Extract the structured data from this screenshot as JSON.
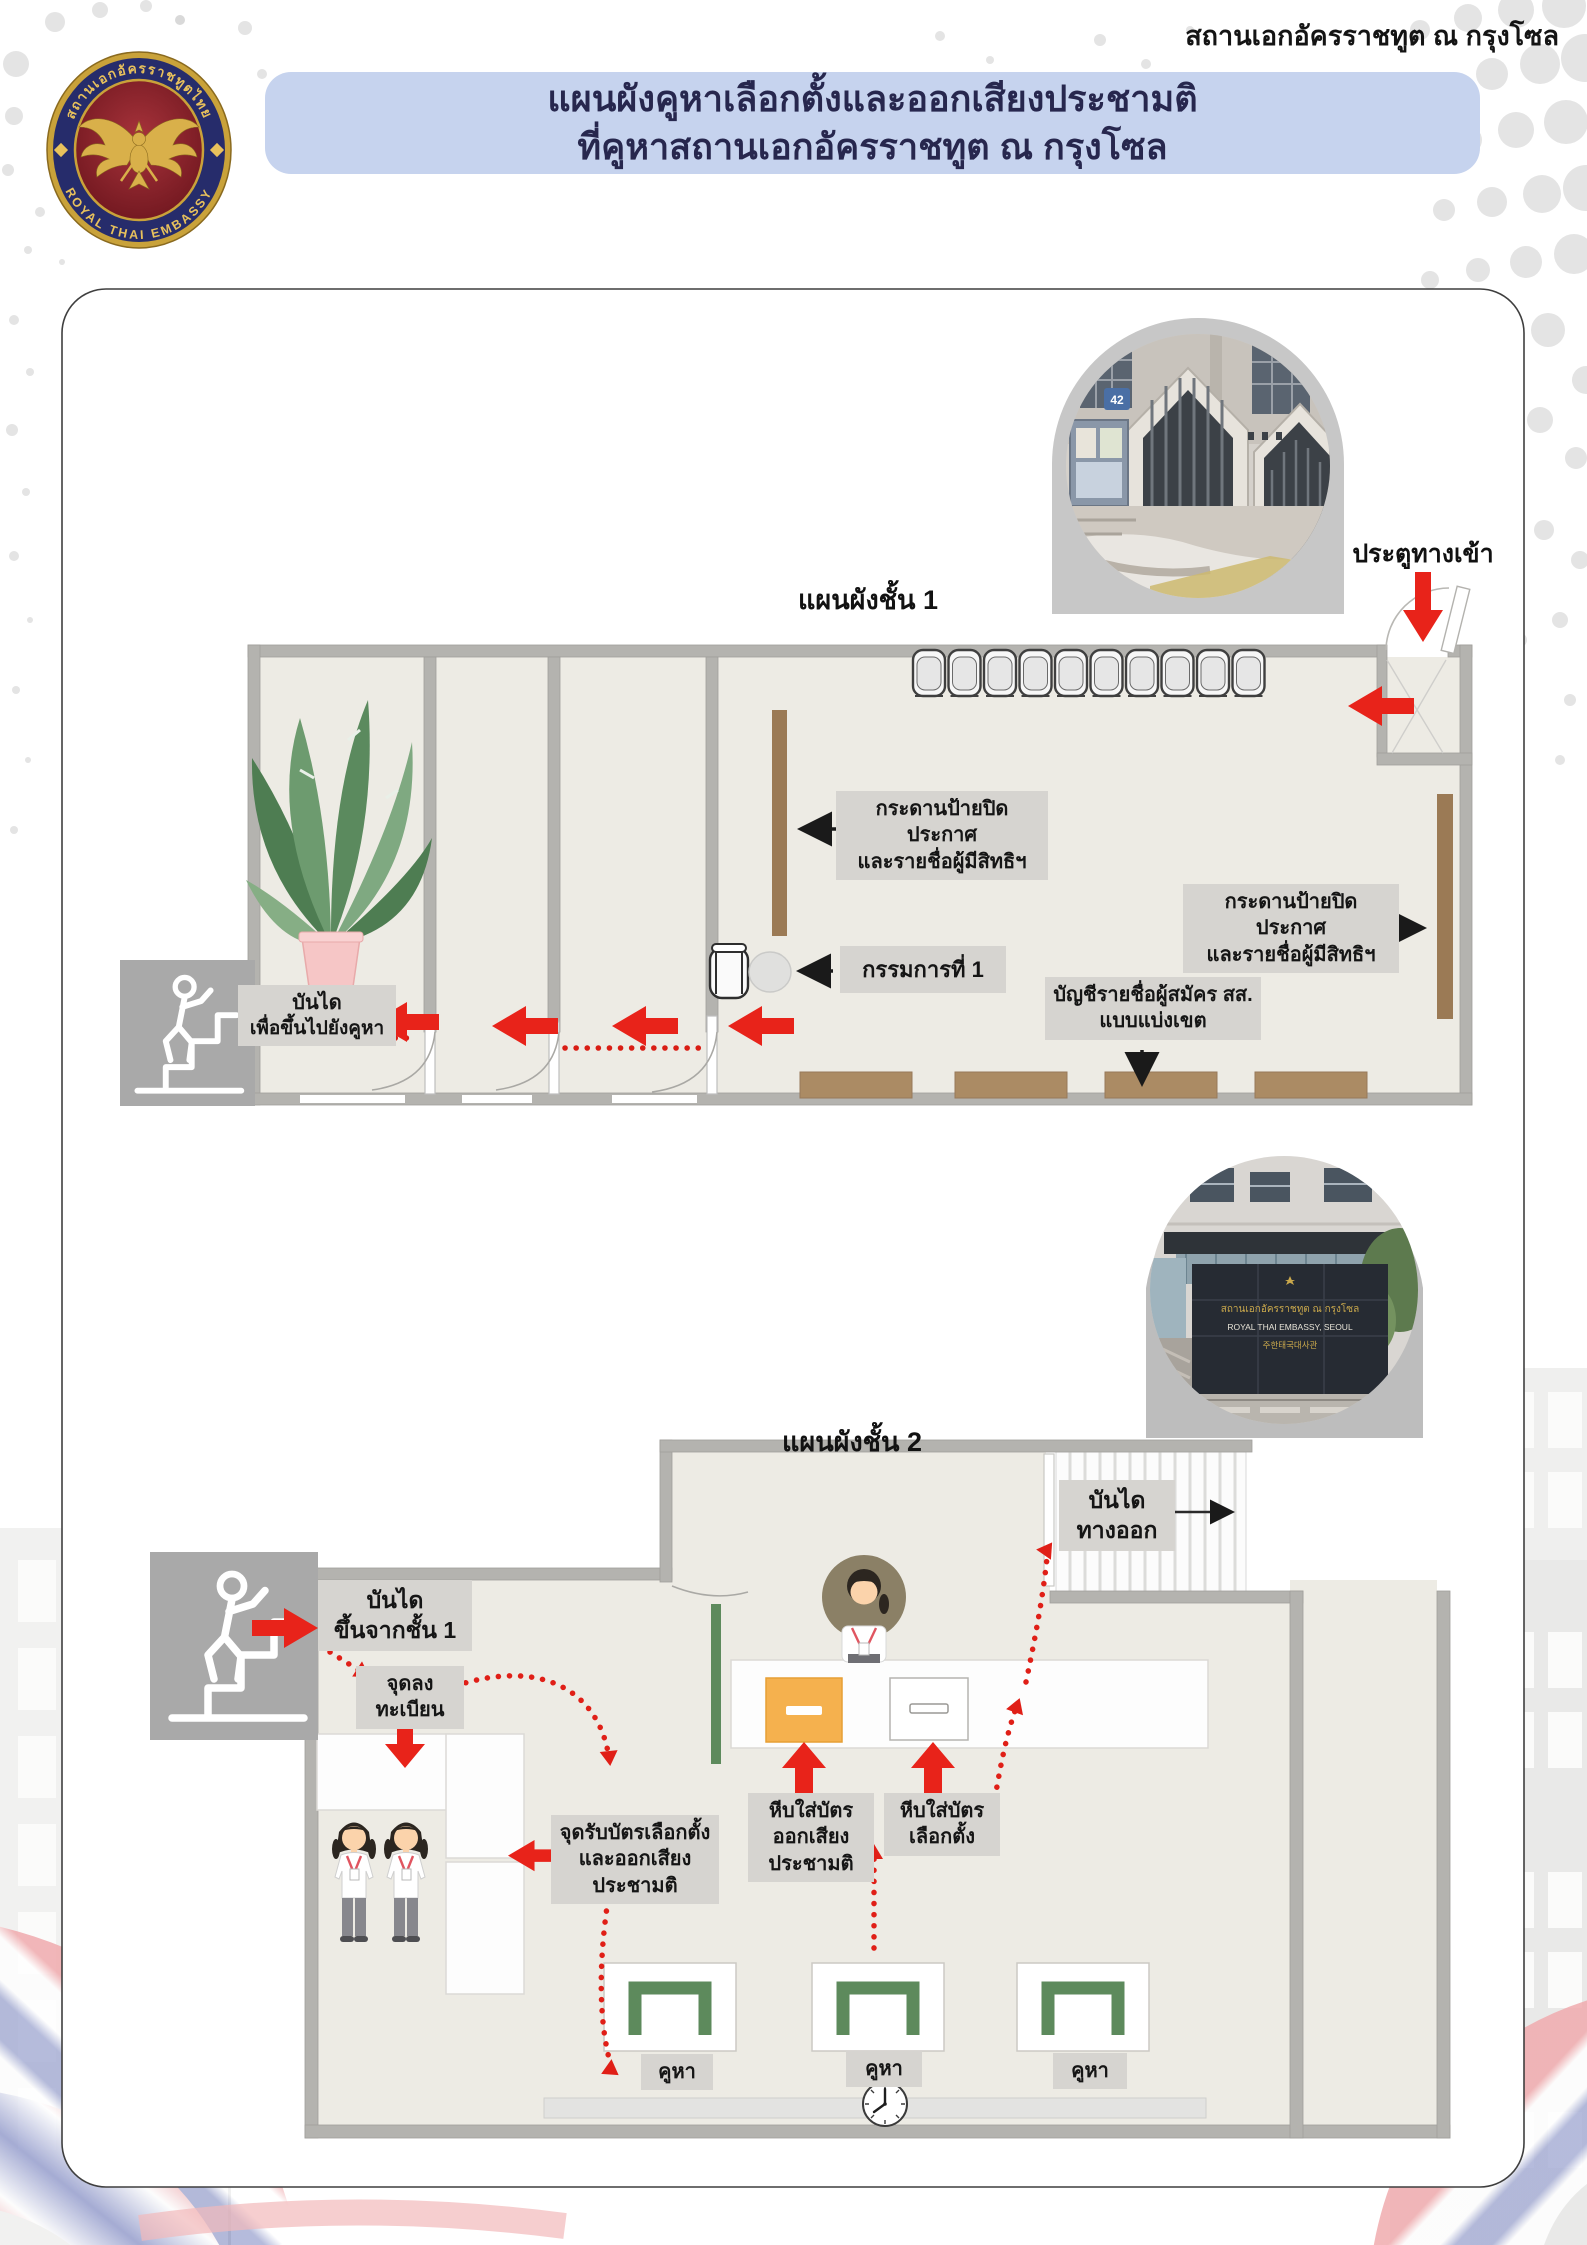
{
  "header": {
    "embassy_name": "สถานเอกอัครราชทูต ณ กรุงโซล"
  },
  "logo": {
    "thai_text": "สถานเอกอัครราชทูตไทย",
    "english_text": "ROYAL THAI EMBASSY"
  },
  "title": {
    "line1": "แผนผังคูหาเลือกตั้งและออกเสียงประชามติ",
    "line2": "ที่คูหาสถานเอกอัครราชทูต ณ กรุงโซล"
  },
  "floor1": {
    "title": "แผนผังชั้น 1",
    "entrance": "ประตูทางเข้า",
    "board_left": {
      "line1": "กระดานป้ายปิดประกาศ",
      "line2": "และรายชื่อผู้มีสิทธิฯ"
    },
    "board_right": {
      "line1": "กระดานป้ายปิดประกาศ",
      "line2": "และรายชื่อผู้มีสิทธิฯ"
    },
    "committee": "กรรมการที่ 1",
    "candidate_list": {
      "line1": "บัญชีรายชื่อผู้สมัคร สส.",
      "line2": "แบบแบ่งเขต"
    },
    "stairs": {
      "line1": "บันได",
      "line2": "เพื่อขึ้นไปยังคูหา"
    }
  },
  "floor2": {
    "title": "แผนผังชั้น 2",
    "stairs_up": {
      "line1": "บันได",
      "line2": "ขึ้นจากชั้น 1"
    },
    "registration": {
      "line1": "จุดลง",
      "line2": "ทะเบียน"
    },
    "ballot_receive": {
      "line1": "จุดรับบัตรเลือกตั้ง",
      "line2": "และออกเสียง",
      "line3": "ประชามติ"
    },
    "referendum_box": {
      "line1": "หีบใส่บัตร",
      "line2": "ออกเสียง",
      "line3": "ประชามติ"
    },
    "election_box": {
      "line1": "หีบใส่บัตร",
      "line2": "เลือกตั้ง"
    },
    "exit_stairs": {
      "line1": "บันได",
      "line2": "ทางออก"
    },
    "booths": [
      "คูหา",
      "คูหา",
      "คูหา"
    ]
  },
  "photos": {
    "gate_sign": "42",
    "embassy_sign_thai": "สถานเอกอัครราชทูต ณ กรุงโซล",
    "embassy_sign_en": "ROYAL THAI EMBASSY, SEOUL",
    "embassy_sign_kr": "주한태국대사관"
  },
  "colors": {
    "banner_blue": "#c6d3ee",
    "title_navy": "#27274e",
    "flow_red": "#e41e14",
    "wall_gray": "#b4b3af",
    "floor_beige": "#edebe4",
    "label_gray": "#d6d4d0",
    "board_brown": "#9b7a55",
    "booth_green": "#5d8a5c",
    "referendum_orange": "#f5b14e",
    "stairs_gray": "#a9a9a9"
  }
}
